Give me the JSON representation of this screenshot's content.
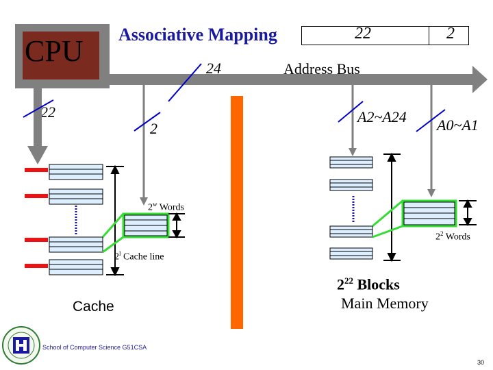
{
  "cpu": {
    "label": "CPU"
  },
  "title": "Associative Mapping",
  "address_format": {
    "tag_width": "22",
    "word_width": "2"
  },
  "bus": {
    "label": "Address Bus",
    "width_label": "24"
  },
  "cpu_tag_lines": "22",
  "cache_word_lines": "2",
  "memory_tag_lines": "A2~A24",
  "memory_word_lines": "A0~A1",
  "cache": {
    "words_base": "2",
    "words_exp": "w",
    "words_text": "Words",
    "lines_base": "2",
    "lines_exp": "l",
    "lines_text": "Cache line",
    "label": "Cache"
  },
  "memory": {
    "words_base": "2",
    "words_exp": "2",
    "words_text": "Words",
    "blocks_base": "2",
    "blocks_exp": "22",
    "blocks_text": "Blocks",
    "label": "Main Memory"
  },
  "footer": {
    "text": "School of Computer Science G51CSA",
    "page": "30"
  },
  "colors": {
    "title": "#1a1aa0",
    "cpu_frame": "#808080",
    "cpu_inner": "#7a2a1e",
    "bus": "#808080",
    "divider_bar": "#ff6600",
    "tag_marker": "#ee1111",
    "block_fill": "#ddeeff",
    "highlight": "#33dd33",
    "slash": "#0000cc"
  }
}
